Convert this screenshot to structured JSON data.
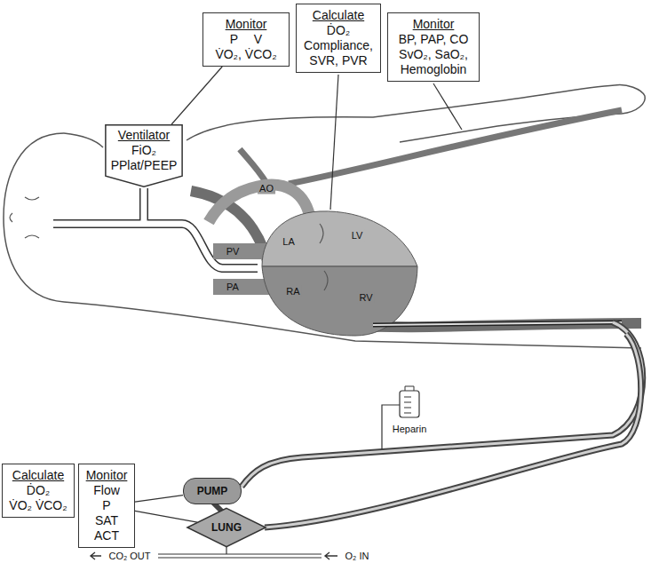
{
  "diagram": {
    "nodes": [
      {
        "text": [
          "Monitor",
          "P V",
          "V̇O₂, V̇CO₂"
        ]
      },
      {
        "text": [
          "Calculate",
          "ḊO₂",
          "Compliance, SVR, PVR"
        ]
      },
      {
        "text": [
          "Monitor",
          "BP, PAP, CO",
          "SvO₂, SaO₂, Hemoglobin"
        ]
      },
      {
        "text": [
          "Ventilator",
          "FiO₂",
          "PPlat/PEEP"
        ]
      },
      {
        "text": [
          "Calculate",
          "ḊO₂",
          "V̇O₂ V̇CO₂"
        ]
      },
      {
        "text": [
          "Monitor",
          "Flow",
          "P",
          "SAT",
          "ACT"
        ]
      },
      {
        "text": [
          "PUMP"
        ]
      },
      {
        "text": [
          "LUNG"
        ]
      }
    ],
    "edges": [
      {
        "from": 3,
        "to": 0,
        "arrow": "none"
      },
      {
        "from": 5,
        "to": 6,
        "arrow": "none"
      },
      {
        "from": 5,
        "to": 7,
        "arrow": "none"
      }
    ],
    "labels": [
      "AO",
      "PV",
      "LA",
      "LV",
      "PA",
      "RA",
      "RV",
      "Heparin",
      "CO₂ OUT",
      "O₂ IN"
    ]
  }
}
